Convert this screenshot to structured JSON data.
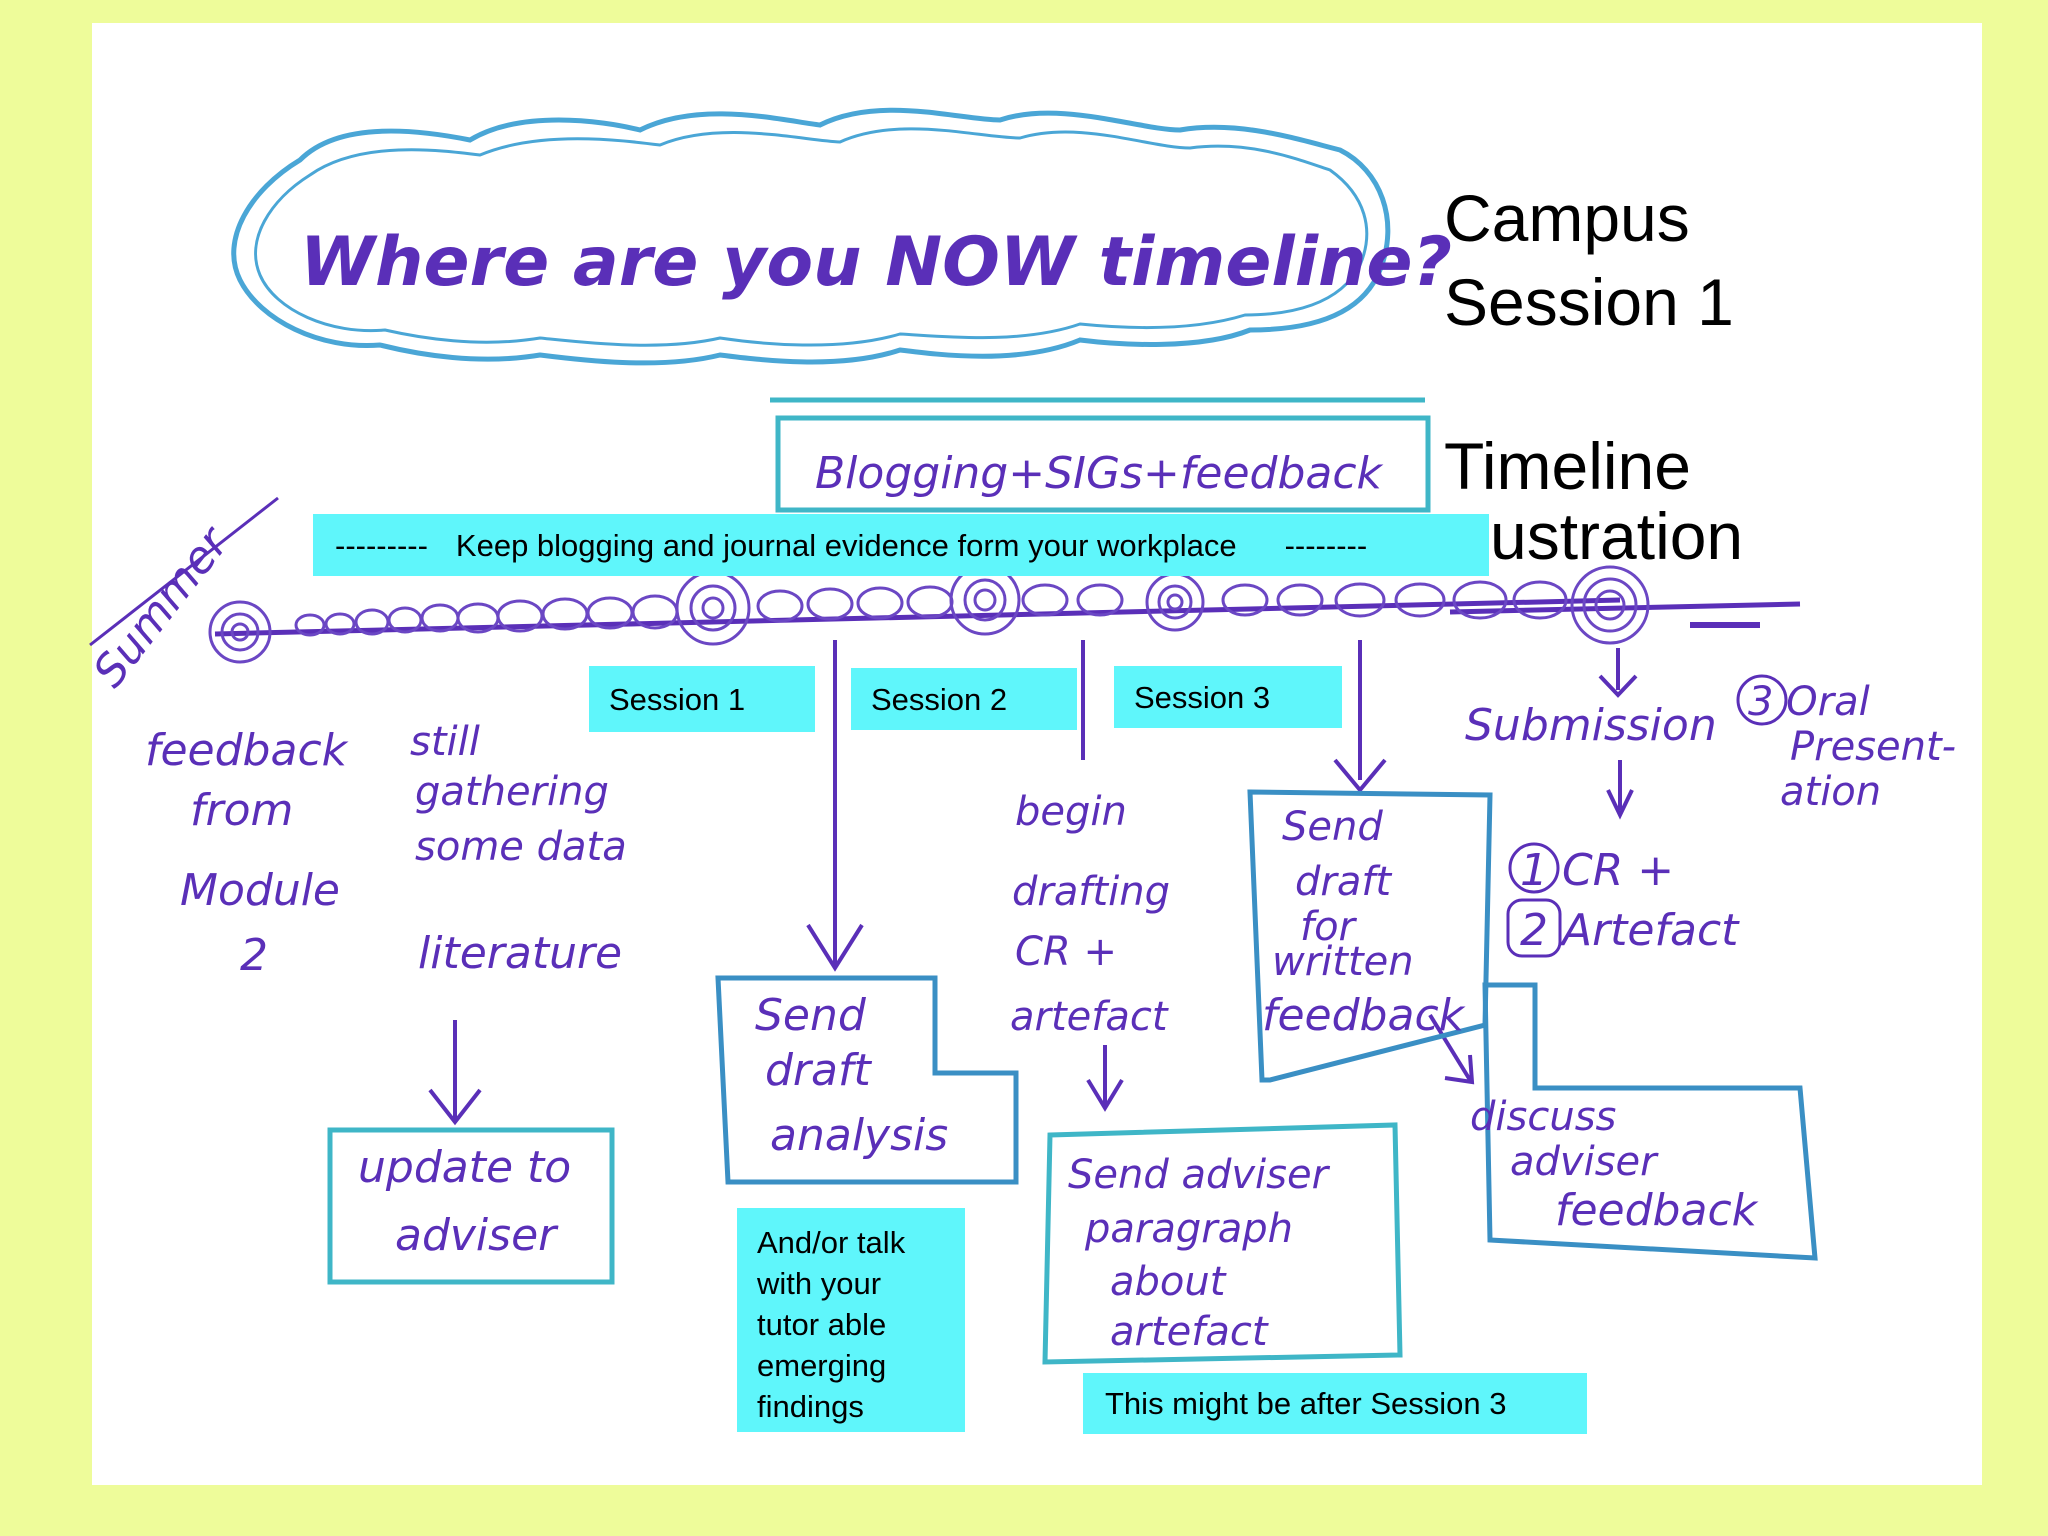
{
  "slide_title": {
    "line1": "Campus",
    "line2": "Session 1",
    "line3": "Timeline",
    "line4_visible_part": "ustration"
  },
  "banner": {
    "left_dashes": "---------",
    "text": "Keep blogging and journal evidence form your workplace",
    "right_dashes": "--------"
  },
  "session_labels": [
    "Session 1",
    "Session 2",
    "Session 3"
  ],
  "notes": {
    "talk_lines": [
      "And/or talk",
      "with your",
      "tutor able",
      "emerging",
      "findings"
    ],
    "after": "This might be after Session 3"
  },
  "handwriting": {
    "cloud_title": "Where are you NOW timeline?",
    "top_box": "Blogging+SIGs+feedback",
    "summer": "Summer",
    "feedback_module": [
      "feedback",
      "from",
      "Module",
      "2"
    ],
    "still_gathering": [
      "still",
      "gathering",
      "some data"
    ],
    "literature": "literature",
    "update_adviser": [
      "update to",
      "adviser"
    ],
    "send_draft_analysis": [
      "Send",
      "draft",
      "analysis"
    ],
    "begin_drafting": [
      "begin",
      "drafting",
      "CR +",
      "artefact"
    ],
    "send_adviser_paragraph": [
      "Send adviser",
      "paragraph",
      "about",
      "artefact"
    ],
    "send_draft_feedback": [
      "Send",
      "draft",
      "for",
      "written",
      "feedback"
    ],
    "discuss_adviser": [
      "discuss",
      "adviser",
      "feedback"
    ],
    "submission": "Submission",
    "cr_artefact": [
      "1 CR +",
      "2 Artefact"
    ],
    "oral": [
      "3 Oral",
      "Present-",
      "ation"
    ]
  },
  "colors": {
    "background": "#eefc9a",
    "note_fill": "#5ff6fb",
    "ink_purple": "#5a2fb8",
    "ink_blue": "#4aa6d6",
    "ink_teal": "#3fb6c7"
  }
}
